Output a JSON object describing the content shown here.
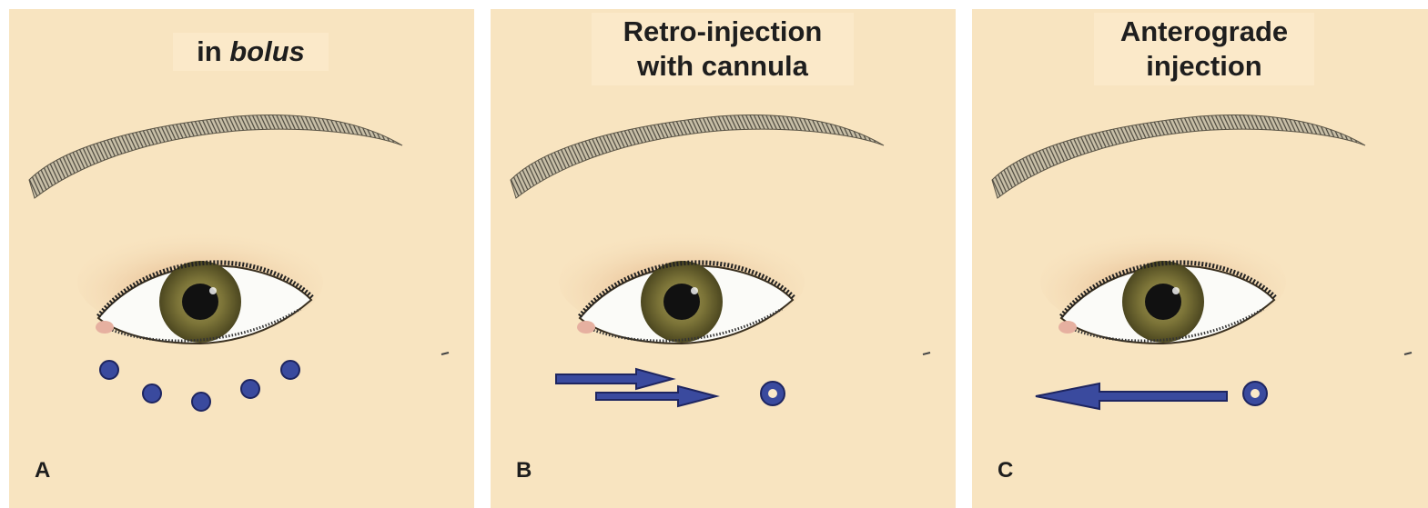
{
  "panels": [
    {
      "letter": "A",
      "title_line1": "in ",
      "title_italic": "bolus"
    },
    {
      "letter": "B",
      "title_line1": "Retro-injection",
      "title_line2": "with cannula"
    },
    {
      "letter": "C",
      "title_line1": "Anterograde",
      "title_line2": "injection"
    }
  ],
  "colors": {
    "background": "#f8e4c0",
    "title_box": "#fbe9c9",
    "marker_fill": "#3a4a9e",
    "marker_stroke": "#1e2560",
    "iris": "#6f6a33",
    "eyeshadow": "#d8a070"
  }
}
